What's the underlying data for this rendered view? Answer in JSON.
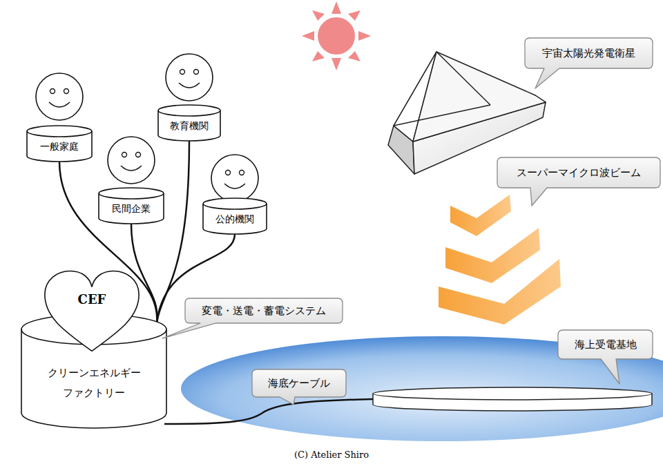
{
  "diagram": {
    "nodes": [
      {
        "text": [
          "一般家庭"
        ]
      },
      {
        "text": [
          "教育機関"
        ]
      },
      {
        "text": [
          "民間企業"
        ]
      },
      {
        "text": [
          "公的機関"
        ]
      },
      {
        "text": [
          "CEF"
        ]
      },
      {
        "text": [
          "クリーンエネルギー ファクトリー"
        ]
      },
      {
        "text": [
          "変電・送電・蓄電システム"
        ]
      },
      {
        "text": [
          "宇宙太陽光発電衛星"
        ]
      },
      {
        "text": [
          "スーパーマイクロ波ビーム"
        ]
      },
      {
        "text": [
          "海上受電基地"
        ]
      },
      {
        "text": [
          "海底ケーブル"
        ]
      }
    ],
    "edges": [
      {
        "from": 5,
        "to": 0,
        "arrow": "none"
      },
      {
        "from": 5,
        "to": 1,
        "arrow": "none"
      },
      {
        "from": 5,
        "to": 2,
        "arrow": "none"
      },
      {
        "from": 5,
        "to": 3,
        "arrow": "none"
      }
    ],
    "labels": [
      "(C) Atelier Shiro"
    ]
  }
}
